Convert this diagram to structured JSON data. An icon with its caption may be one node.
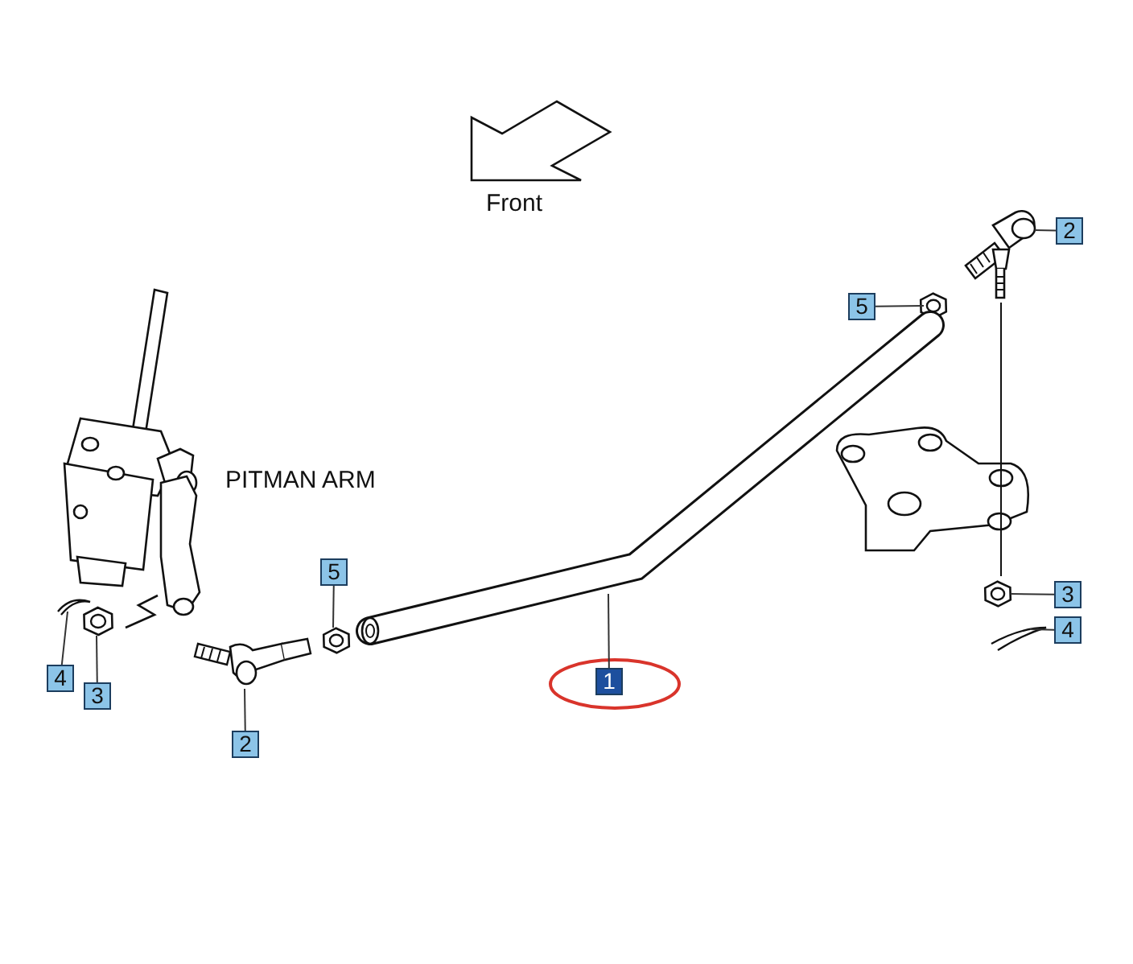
{
  "diagram": {
    "nodes": [
      {
        "text": [
          "2"
        ]
      },
      {
        "text": [
          "5"
        ]
      },
      {
        "text": [
          "5"
        ]
      },
      {
        "text": [
          "3"
        ]
      },
      {
        "text": [
          "4"
        ]
      },
      {
        "text": [
          "4"
        ]
      },
      {
        "text": [
          "3"
        ]
      },
      {
        "text": [
          "1"
        ]
      },
      {
        "text": [
          "2"
        ]
      },
      {
        "text": [],
        "shape": "picture"
      },
      {
        "text": [],
        "shape": "picture"
      },
      {
        "text": [],
        "shape": "picture"
      },
      {
        "text": [],
        "shape": "picture"
      },
      {
        "text": [],
        "shape": "picture"
      },
      {
        "text": [],
        "shape": "picture"
      },
      {
        "text": [],
        "shape": "picture"
      },
      {
        "text": [],
        "shape": "picture"
      },
      {
        "text": [],
        "shape": "picture"
      }
    ],
    "edges": [
      {
        "from": 0,
        "to": 9,
        "arrow": "none"
      },
      {
        "from": 1,
        "to": 10,
        "arrow": "none"
      },
      {
        "from": 2,
        "to": 14,
        "arrow": "none"
      },
      {
        "from": 3,
        "to": 11,
        "arrow": "none"
      },
      {
        "from": 4,
        "to": 12,
        "arrow": "none"
      },
      {
        "from": 5,
        "to": 15,
        "arrow": "none"
      },
      {
        "from": 6,
        "to": 16,
        "arrow": "none"
      },
      {
        "from": 7,
        "to": 13,
        "arrow": "none"
      },
      {
        "from": 8,
        "to": 17,
        "arrow": "none"
      }
    ],
    "labels": [
      "Front",
      "PITMAN ARM"
    ]
  }
}
